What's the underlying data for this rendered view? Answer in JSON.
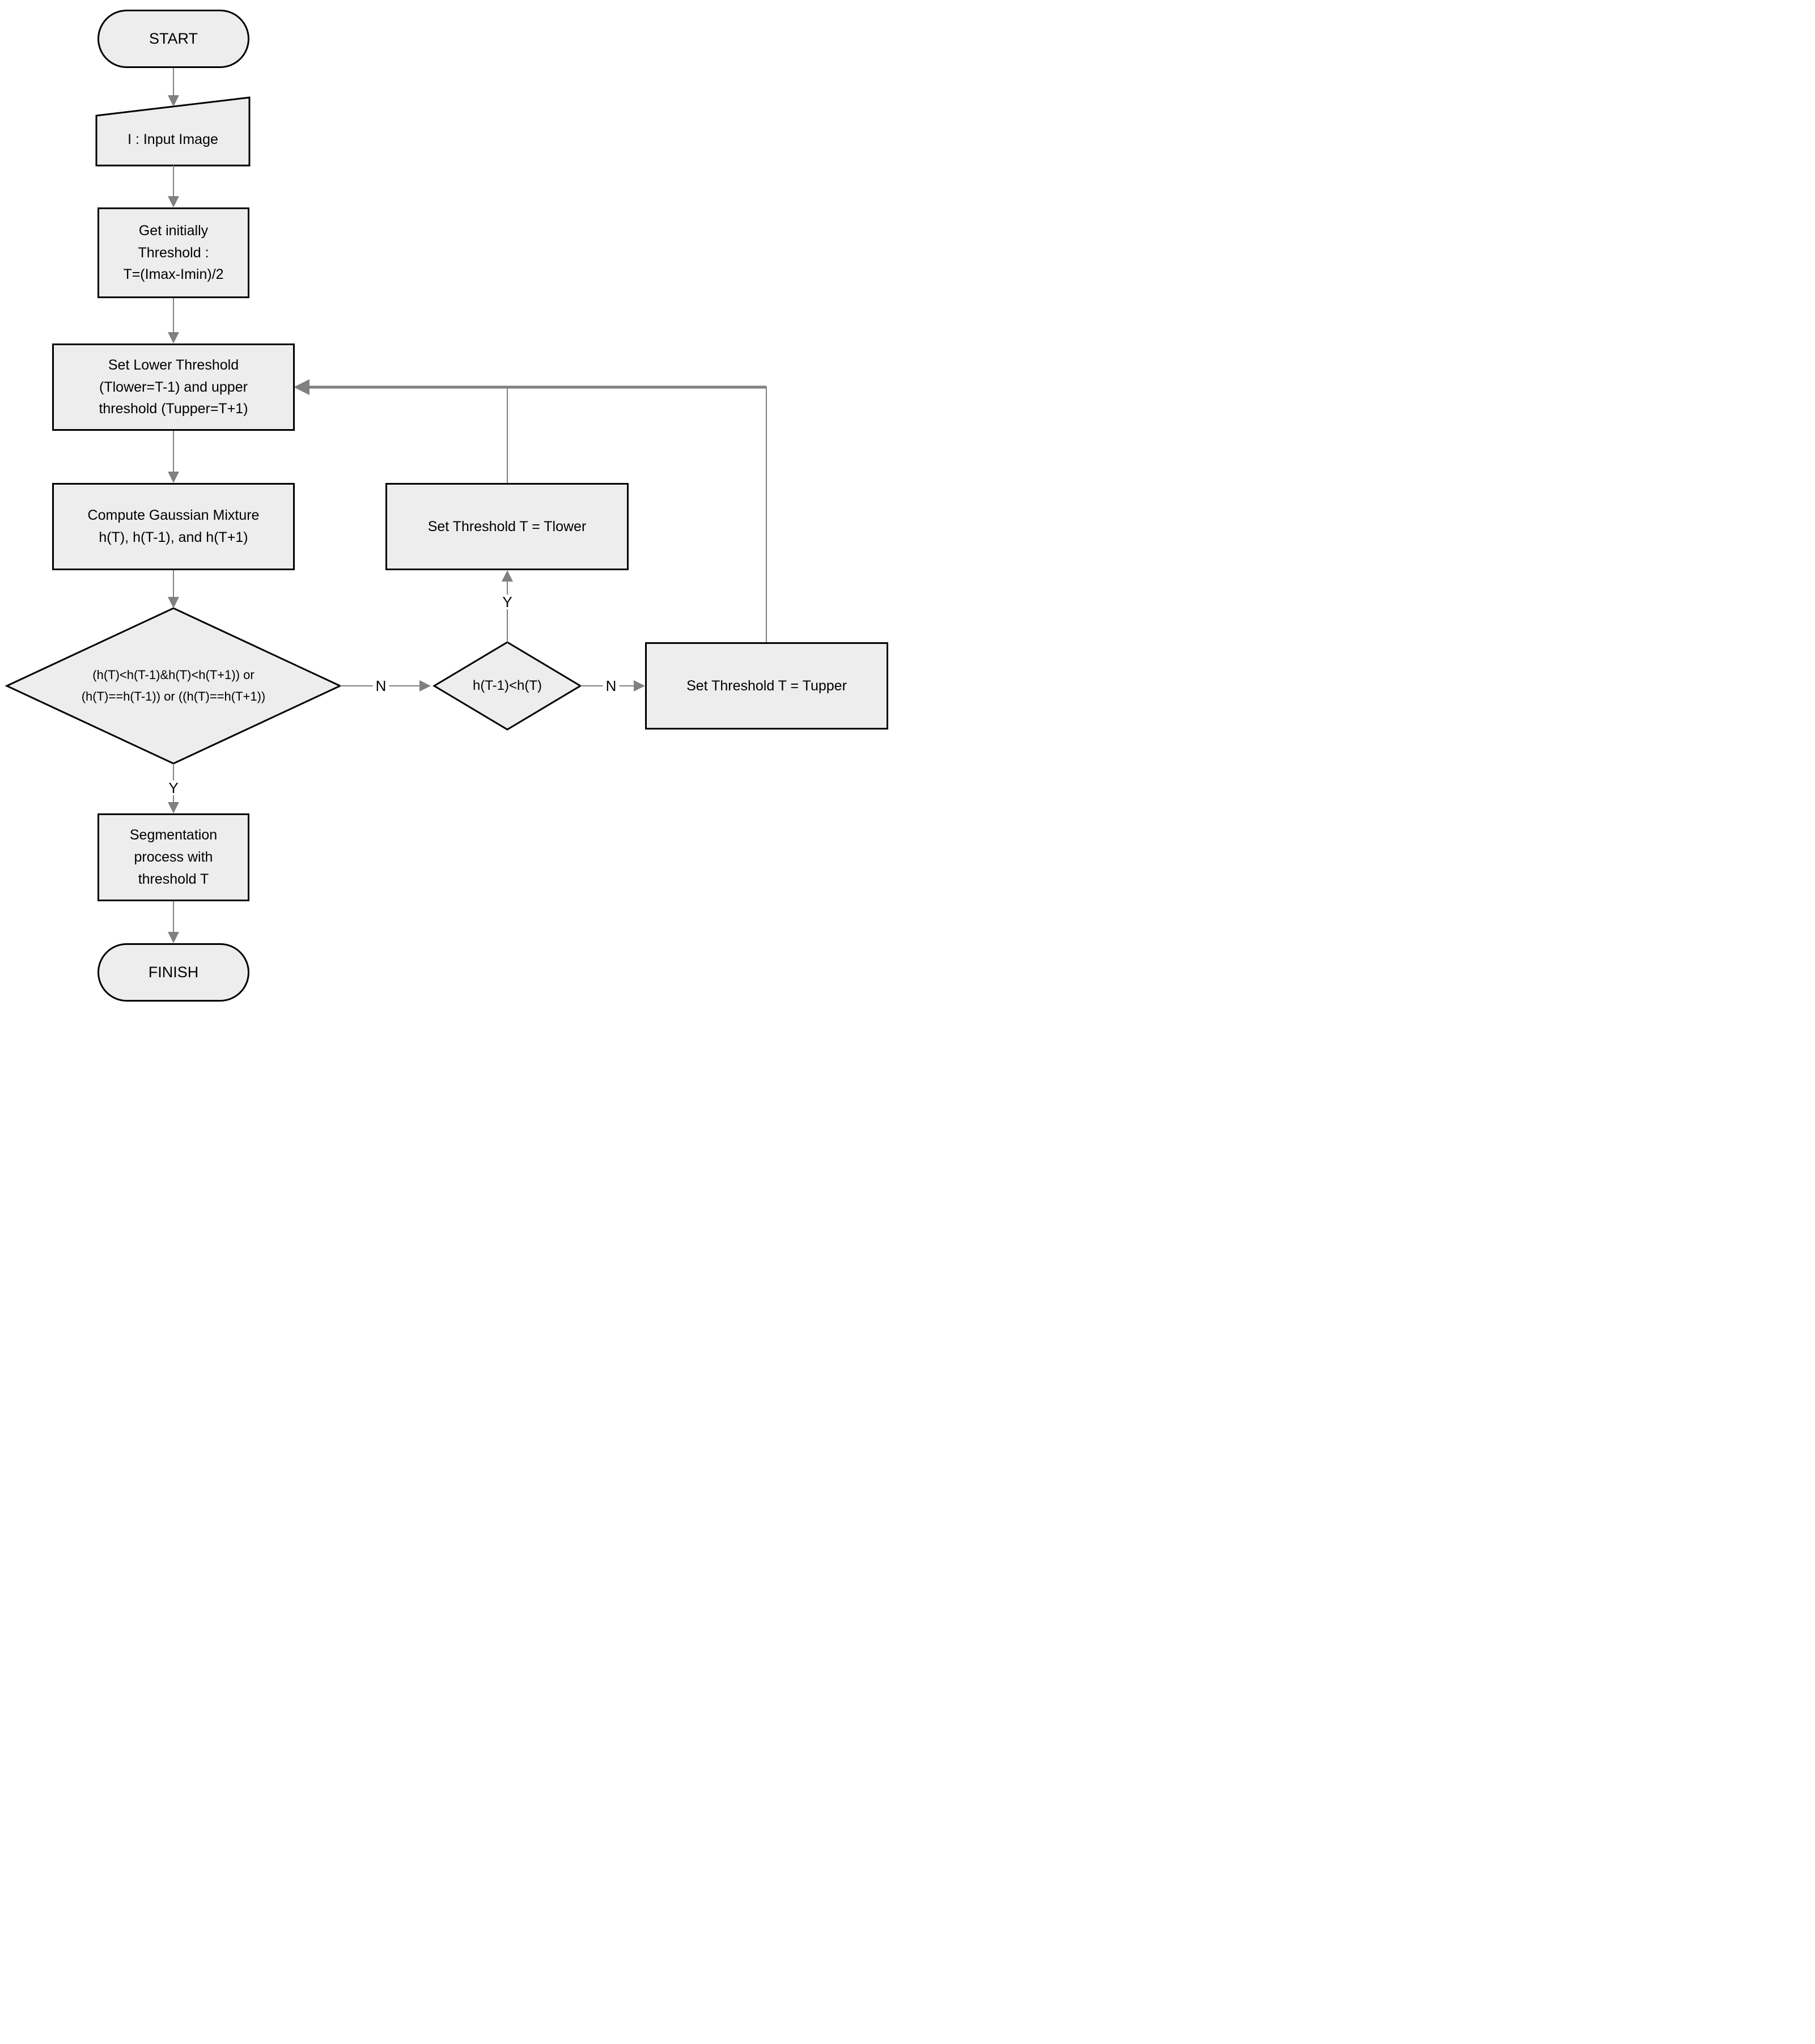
{
  "diagram": {
    "type": "flowchart",
    "background": "#ffffff",
    "colors": {
      "node_fill": "#ededed",
      "node_border": "#000000",
      "connector": "#808080",
      "text": "#000000"
    },
    "nodes": {
      "start": {
        "shape": "terminator",
        "label": "START"
      },
      "input_image": {
        "shape": "data",
        "label": "I : Input Image"
      },
      "initial_threshold": {
        "shape": "process",
        "label": "Get initially\nThreshold :\nT=(Imax-Imin)/2"
      },
      "set_thresholds": {
        "shape": "process",
        "label": "Set Lower Threshold\n(Tlower=T-1) and upper\nthreshold (Tupper=T+1)"
      },
      "compute_gaussian": {
        "shape": "process",
        "label": "Compute Gaussian Mixture\nh(T), h(T-1), and h(T+1)"
      },
      "stop_decision": {
        "shape": "decision",
        "label": "(h(T)<h(T-1)&h(T)<h(T+1)) or\n(h(T)==h(T-1)) or ((h(T)==h(T+1))"
      },
      "direction_decision": {
        "shape": "decision",
        "label": "h(T-1)<h(T)"
      },
      "set_tlower": {
        "shape": "process",
        "label": "Set Threshold T = Tlower"
      },
      "set_tupper": {
        "shape": "process",
        "label": "Set Threshold T = Tupper"
      },
      "segmentation": {
        "shape": "process",
        "label": "Segmentation\nprocess with\nthreshold T"
      },
      "finish": {
        "shape": "terminator",
        "label": "FINISH"
      }
    },
    "edge_labels": {
      "stop_yes": "Y",
      "stop_no": "N",
      "direction_yes": "Y",
      "direction_no": "N"
    }
  }
}
